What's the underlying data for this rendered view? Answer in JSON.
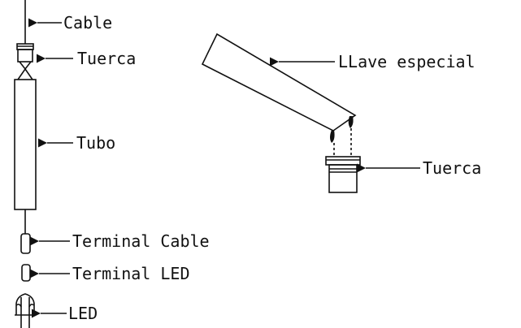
{
  "labels": {
    "cable": "Cable",
    "tuerca_left": "Tuerca",
    "llave": "LLave especial",
    "tubo": "Tubo",
    "tuerca_right": "Tuerca",
    "terminal_cable": "Terminal Cable",
    "terminal_led": "Terminal LED",
    "led": "LED"
  },
  "colors": {
    "ink": "#111111",
    "background": "#ffffff"
  }
}
